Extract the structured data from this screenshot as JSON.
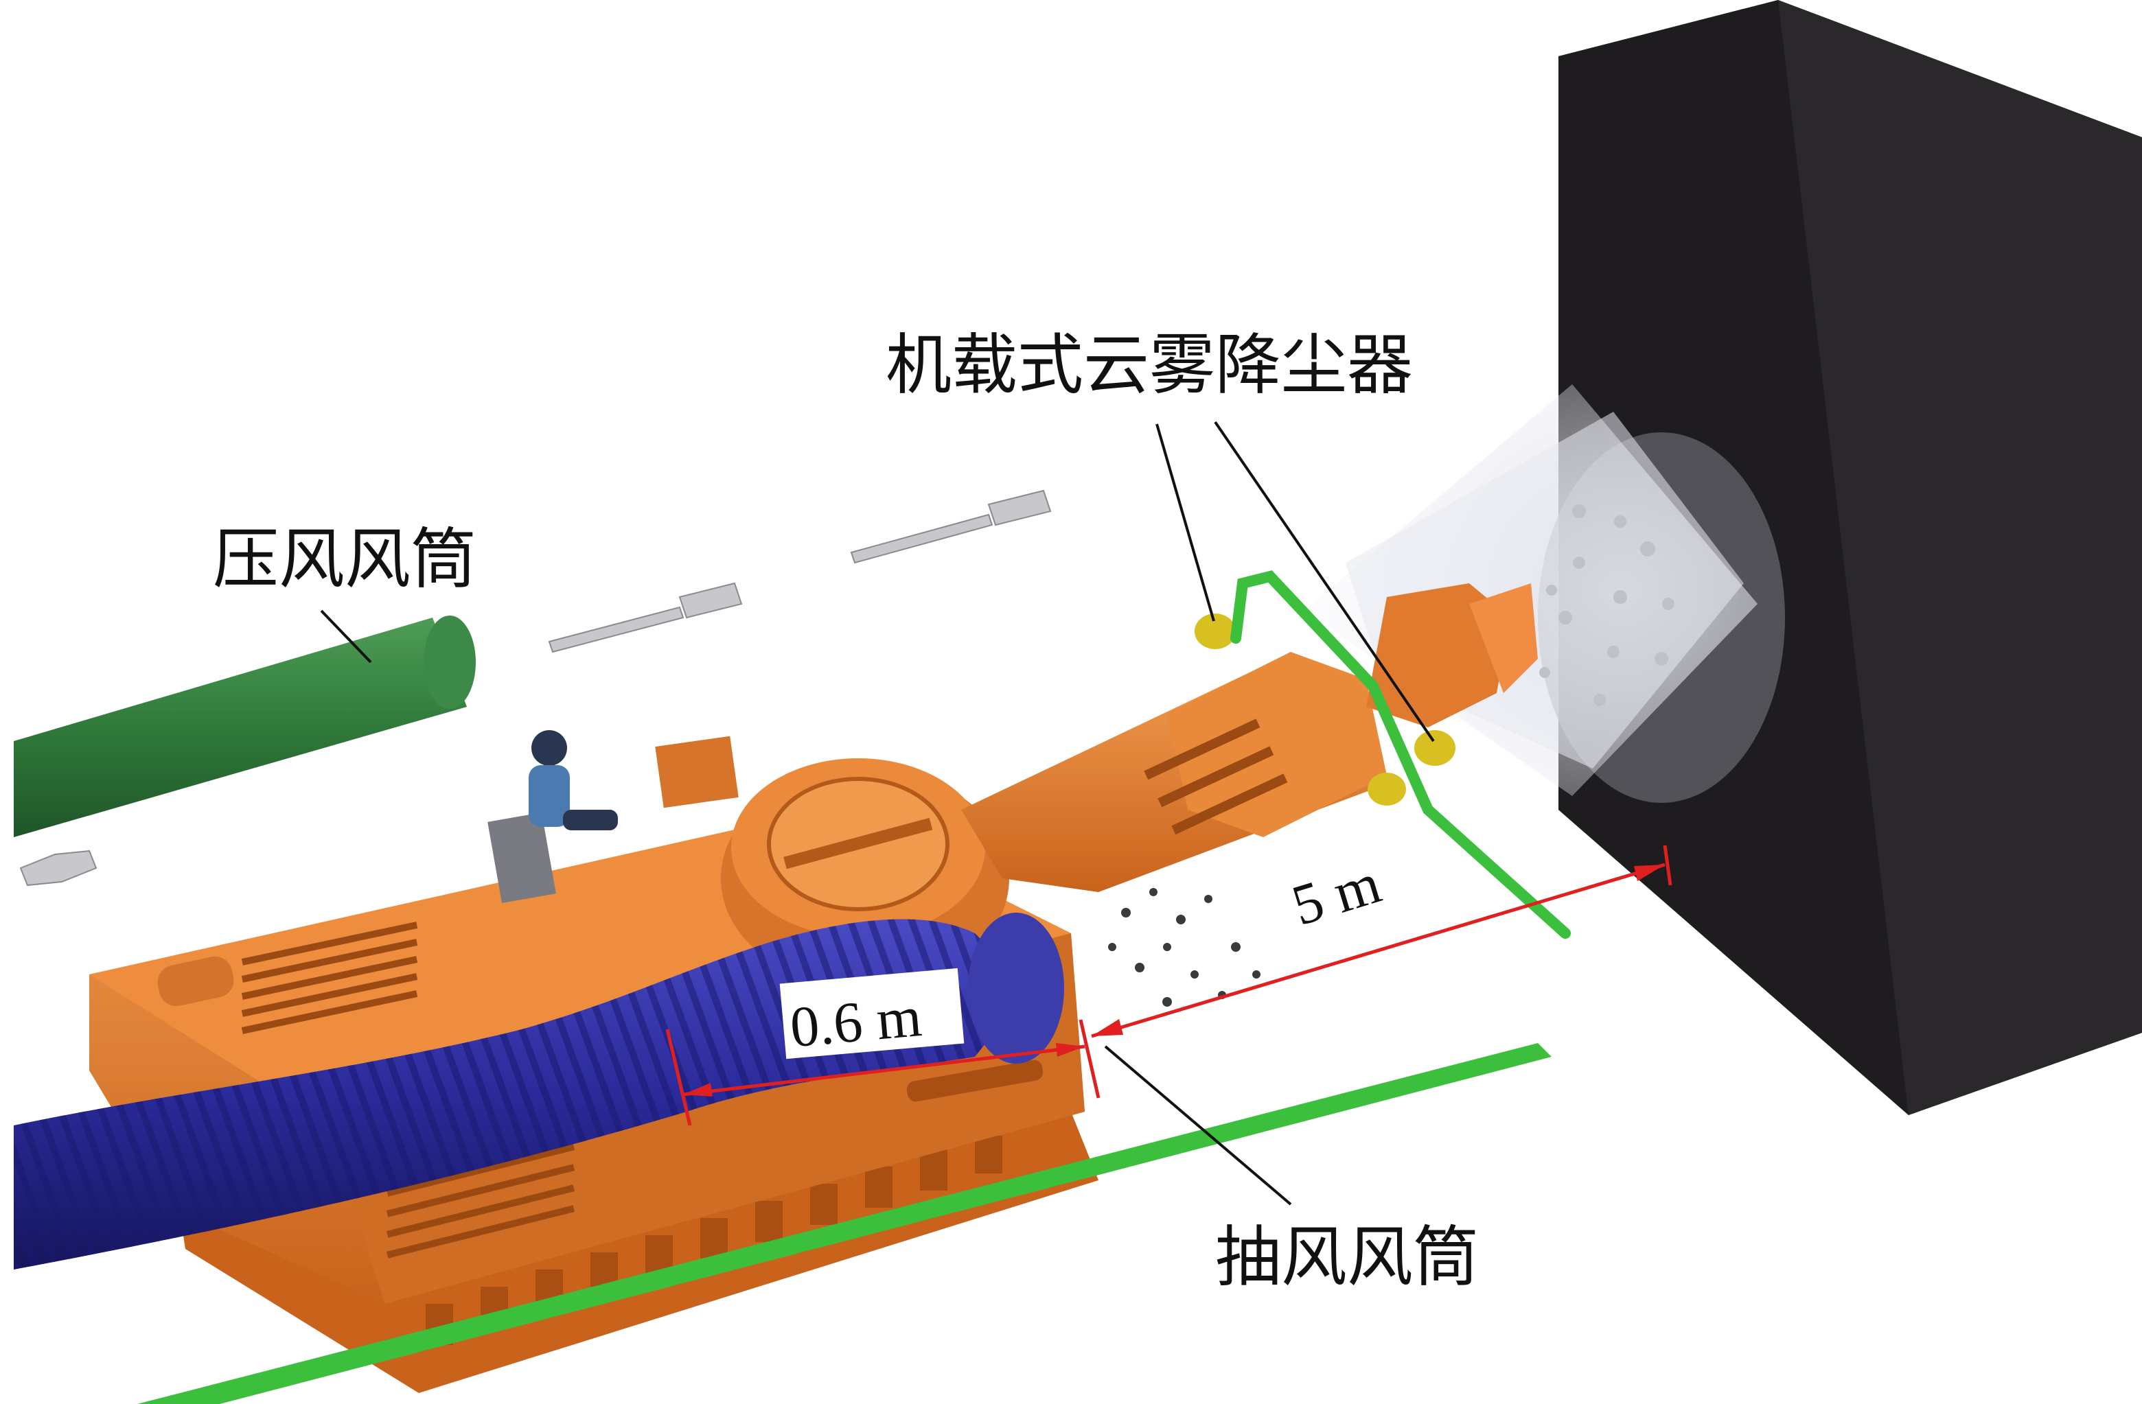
{
  "labels": {
    "airborne_dust_suppressor": "机载式云雾降尘器",
    "press_air_duct": "压风风筒",
    "exhaust_air_duct": "抽风风筒"
  },
  "dimensions": {
    "short_distance": "0.6 m",
    "long_distance": "5 m"
  },
  "colors": {
    "machine_orange": "#e07a2e",
    "machine_dark": "#b35a1a",
    "exhaust_duct_blue": "#2a2a9a",
    "press_duct_green": "#2f7a3a",
    "bright_green": "#3cbf3c",
    "rock_face": "#2a282b",
    "dimension_red": "#e02020"
  },
  "icons": {
    "operator": "person-icon",
    "spray_cone": "spray-cone-icon"
  }
}
